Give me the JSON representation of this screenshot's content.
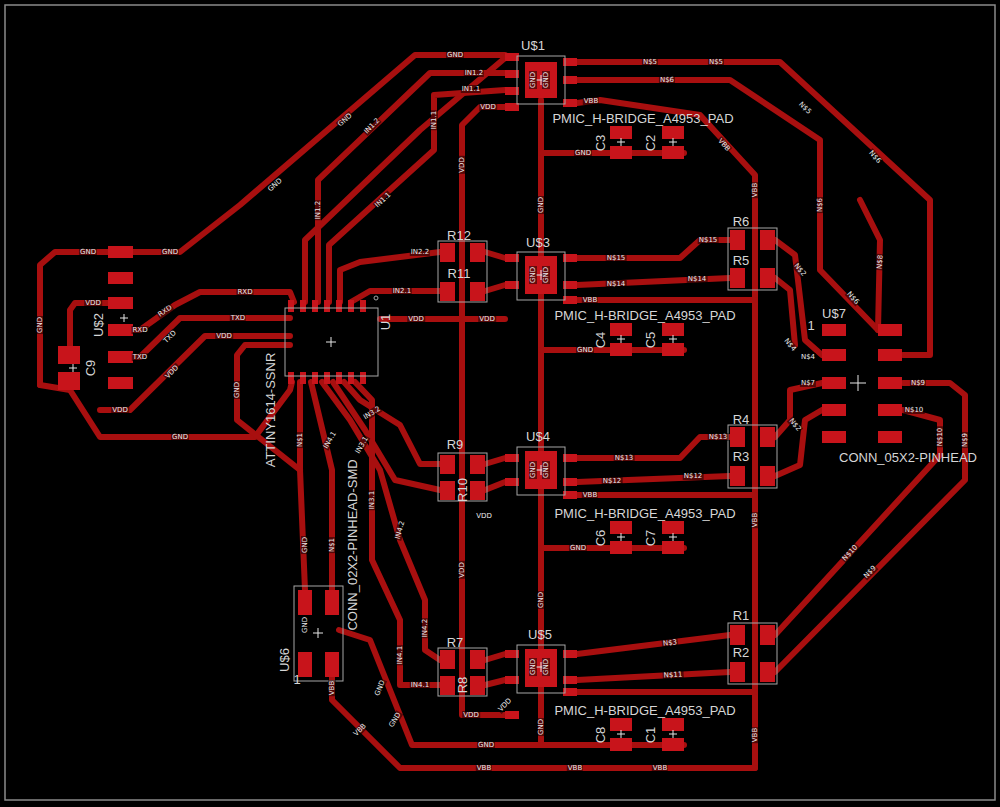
{
  "diagram": {
    "labels": [
      "GND",
      "U$1",
      "IN1.2",
      "IN1.1",
      "VDD",
      "GND",
      "GND",
      "N$5",
      "N$5",
      "N$6",
      "VBB",
      "PMIC_H-BRIDGE_A4953_PAD",
      "C3",
      "C2",
      "GND",
      "N$5",
      "N$6",
      "N$6",
      "N$8",
      "VBB",
      "VBB",
      "GND",
      "GND",
      "IN1.2",
      "IN1.1",
      "IN1.1",
      "VDD",
      "IN1.2",
      "GND",
      "GND",
      "GND",
      "R12",
      "R11",
      "IN2.2",
      "IN2.1",
      "U$3",
      "GND",
      "GND",
      "N$15",
      "N$15",
      "N$14",
      "N$14",
      "VBB",
      "R6",
      "R5",
      "PMIC_H-BRIDGE_A4953_PAD",
      "C4",
      "C5",
      "GND",
      "N$2",
      "N$6",
      "1",
      "U$7",
      "N$4",
      "N$7",
      "N$9",
      "N$10",
      "N$4",
      "CONN_05X2-PINHEAD",
      "RXD",
      "TXD",
      "VDD",
      "VDD",
      "VDD",
      "VDD",
      "GND",
      "RXD",
      "TXD",
      "VDD",
      "GND",
      "RXD",
      "TXD",
      "VDD",
      "C9",
      "U$2",
      "U1",
      "ATTINY1614-SSNR",
      "GND",
      "N$1",
      "IN4.1",
      "IN3.1",
      "IN3.2",
      "CONN_02X2-PINHEAD-SMD",
      "R9",
      "R10",
      "U$4",
      "GND",
      "GND",
      "N$13",
      "N$13",
      "N$12",
      "N$12",
      "VBB",
      "VDD",
      "PMIC_H-BRIDGE_A4953_PAD",
      "C6",
      "C7",
      "GND",
      "VDD",
      "GND",
      "R4",
      "R3",
      "N$2",
      "N$10",
      "N$9",
      "N$9",
      "N$10",
      "GND",
      "N$1",
      "IN3.1",
      "IN4.2",
      "R1",
      "R2",
      "N$3",
      "N$11",
      "R7",
      "R8",
      "U$5",
      "IN4.1",
      "IN4.2",
      "VDD",
      "VDD",
      "PMIC_H-BRIDGE_A4953_PAD",
      "C8",
      "C1",
      "GND",
      "U$6",
      "1",
      "GND",
      "VBB",
      "GND",
      "GND",
      "VBB",
      "GND",
      "VBB",
      "VBB",
      "VBB",
      "VBB",
      "VBB",
      "IN4.1",
      "GND",
      "GND"
    ]
  }
}
